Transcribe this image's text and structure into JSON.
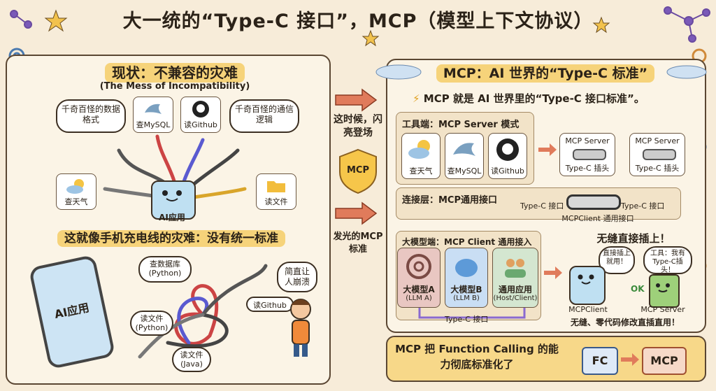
{
  "title": "大一统的“Type-C 接口”，MCP（模型上下文协议）",
  "left": {
    "heading": "现状：不兼容的灾难",
    "subheading": "(The Mess of Incompatibility)",
    "bubble_data_format": "千奇百怪的数据格式",
    "bubble_comm_logic": "千奇百怪的通信逻辑",
    "tool_mysql": "查MySQL",
    "tool_github": "读Github",
    "tool_weather": "查天气",
    "tool_readfile": "读文件",
    "robot_label": "AI应用",
    "heading2": "这就像手机充电线的灾难：没有统一标准",
    "phone_label": "AI应用",
    "cable_db": "查数据库\n(Python)",
    "cable_readfile_py": "读文件\n(Python)",
    "cable_github": "读Github",
    "cable_readfile_java": "读文件\n(Java)",
    "person_bubble": "简直让人崩溃"
  },
  "middle": {
    "text1": "这时候，闪亮登场",
    "shield": "MCP",
    "text2": "发光的MCP 标准"
  },
  "right": {
    "heading": "MCP：AI 世界的“Type-C 标准”",
    "tagline": "MCP 就是 AI 世界里的“Type-C 接口标准”。",
    "tools_section": "工具端：MCP Server 模式",
    "tool_weather": "查天气",
    "tool_mysql": "查MySQL",
    "tool_github": "读Github",
    "server1_title": "MCP Server",
    "server1_plug": "Type-C 插头",
    "server2_title": "MCP Server",
    "server2_plug": "Type-C 插头",
    "conn_section": "连接层：MCP通用接口",
    "port_left": "Type-C 接口",
    "port_right": "Type-C 接口",
    "port_caption": "MCPClient 通用接口",
    "llm_section": "大模型端：MCP Client 通用接入",
    "llm_a": "大模型A",
    "llm_a_sub": "(LLM A)",
    "llm_b": "大模型B",
    "llm_b_sub": "(LLM B)",
    "host": "通用应用",
    "host_sub": "(Host/Client)",
    "bottom_port": "Type-C 接口",
    "seamless_title": "无缝直接插上！",
    "robot_bubble": "直接插上就用！",
    "server_bubble": "工具：我有Type-C插头！",
    "ok": "OK",
    "client_label": "MCPClient",
    "server_label": "MCP Server",
    "seamless_caption": "无缝、零代码修改直插直用！"
  },
  "banner": {
    "text": "MCP 把 Function Calling 的能力彻底标准化了",
    "fc": "FC",
    "mcp": "MCP"
  },
  "colors": {
    "accent": "#f6d37a",
    "arrow": "#e07b5b",
    "border": "#5a4632"
  }
}
